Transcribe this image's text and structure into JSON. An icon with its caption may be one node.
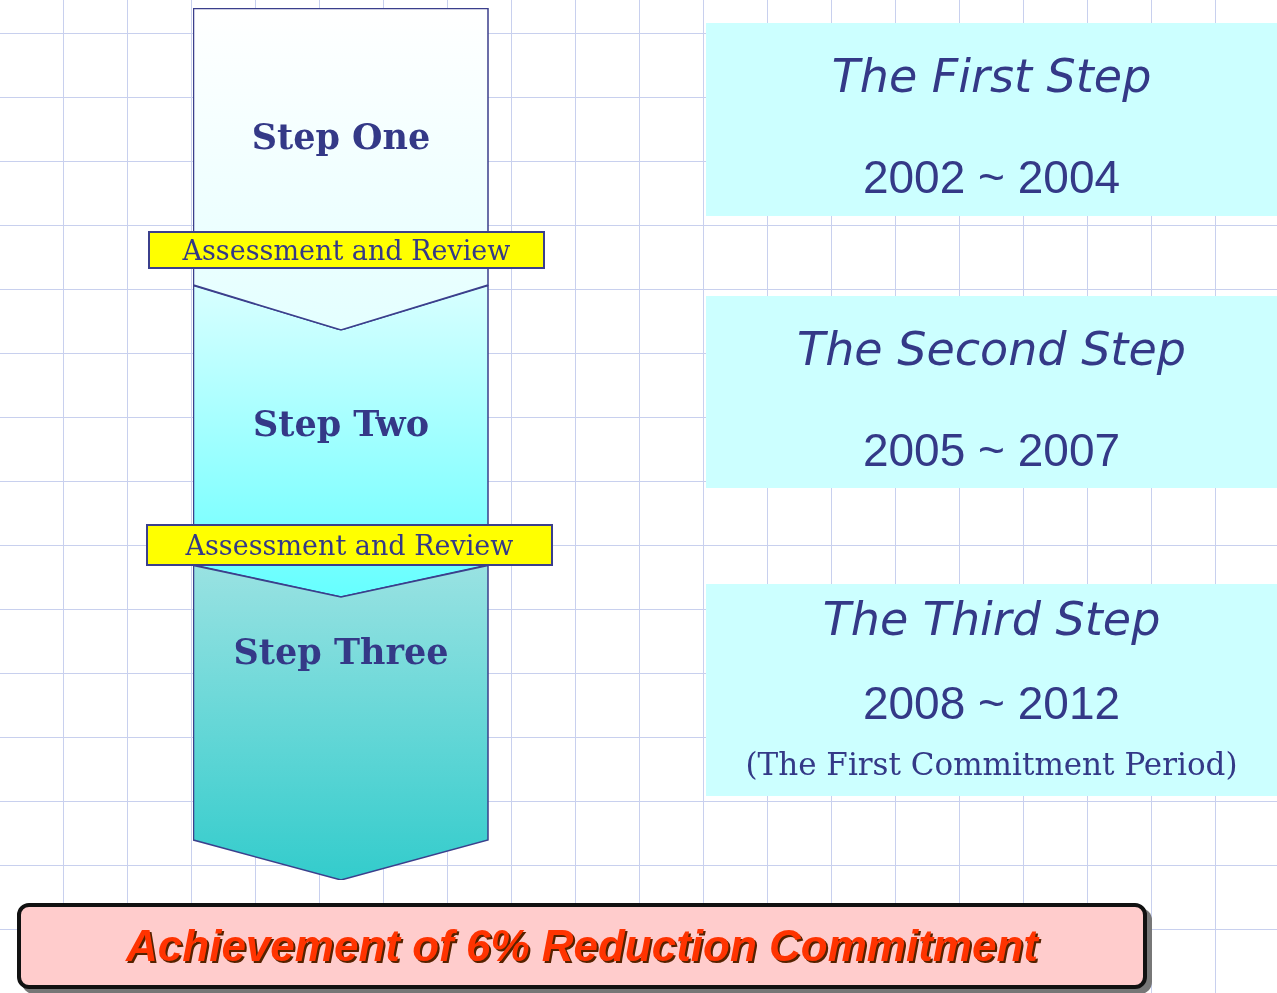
{
  "diagram": {
    "nodes": [
      {
        "text": [
          "Step One"
        ]
      },
      {
        "text": [
          "Assessment and Review"
        ]
      },
      {
        "text": [
          "Step Two"
        ]
      },
      {
        "text": [
          "Assessment and Review"
        ]
      },
      {
        "text": [
          "Step Three"
        ]
      },
      {
        "text": [
          "The First Step",
          "2002 ~ 2004"
        ]
      },
      {
        "text": [
          "The Second Step",
          "2005 ~ 2007"
        ]
      },
      {
        "text": [
          "The Third Step",
          "2008 ~ 2012",
          "(The First Commitment Period)"
        ]
      },
      {
        "text": [
          "Achievement of 6% Reduction Commitment"
        ]
      }
    ]
  }
}
